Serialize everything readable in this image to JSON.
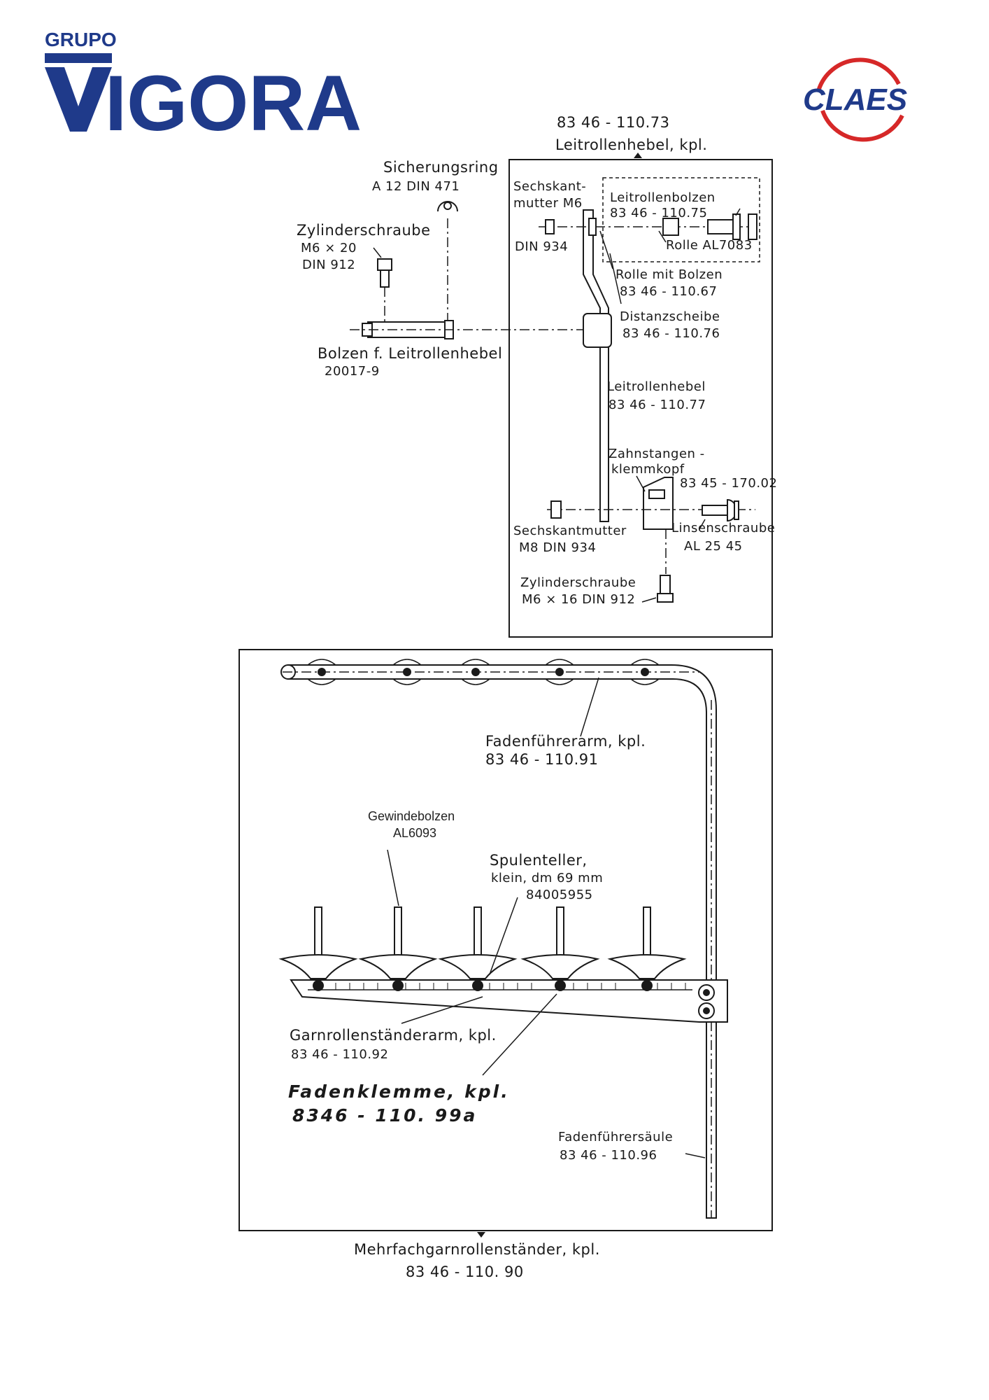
{
  "logos": {
    "vigora": {
      "prefix": "GRUPO",
      "name": "VIGORA",
      "color": "#1f3a8a"
    },
    "claes": {
      "name": "CLAES",
      "text_color": "#1f3a8a",
      "ring_color": "#d62828"
    }
  },
  "upper_assembly": {
    "title_number": "83 46 - 110.73",
    "title_name": "Leitrollenhebel, kpl.",
    "parts": [
      {
        "id": "sicherungsring",
        "lines": [
          "Sicherungsring",
          "A 12  DIN 471"
        ]
      },
      {
        "id": "zylinderschraube-m6x20",
        "lines": [
          "Zylinderschraube",
          "M6 × 20",
          "DIN 912"
        ]
      },
      {
        "id": "bolzen-leitrollenhebel",
        "lines": [
          "Bolzen f. Leitrollenhebel",
          "20017-9"
        ]
      },
      {
        "id": "sechskantmutter-m6",
        "lines": [
          "Sechskant-",
          "mutter M6"
        ]
      },
      {
        "id": "din934-upper",
        "lines": [
          "DIN 934"
        ]
      },
      {
        "id": "leitrollenbolzen",
        "lines": [
          "Leitrollenbolzen",
          "83 46 - 110.75"
        ]
      },
      {
        "id": "rolle",
        "lines": [
          "Rolle AL7083"
        ]
      },
      {
        "id": "rolle-mit-bolzen",
        "lines": [
          "Rolle mit Bolzen",
          "83 46  -  110.67"
        ]
      },
      {
        "id": "distanzscheibe",
        "lines": [
          "Distanzscheibe",
          "83 46 - 110.76"
        ]
      },
      {
        "id": "leitrollenhebel",
        "lines": [
          "Leitrollenhebel",
          "83 46  -  110.77"
        ]
      },
      {
        "id": "zahnstangenklemmkopf",
        "lines": [
          "Zahnstangen -",
          "klemmkopf",
          "83 45 - 170.02"
        ]
      },
      {
        "id": "sechskantmutter-m8",
        "lines": [
          "Sechskantmutter",
          "M8  DIN 934"
        ]
      },
      {
        "id": "linsenschraube",
        "lines": [
          "Linsenschraube",
          "AL 25 45"
        ]
      },
      {
        "id": "zylinderschraube-m6x16",
        "lines": [
          "Zylinderschraube",
          "M6 × 16  DIN 912"
        ]
      }
    ]
  },
  "lower_assembly": {
    "title_name": "Mehrfachgarnrollenständer, kpl.",
    "title_number": "83 46  -  110. 90",
    "parts": [
      {
        "id": "fadenfuehrerarm",
        "lines": [
          "Fadenführerarm, kpl.",
          "83 46  -  110.91"
        ]
      },
      {
        "id": "gewindebolzen",
        "lines": [
          "Gewindebolzen",
          "AL6093"
        ]
      },
      {
        "id": "spulenteller",
        "lines": [
          "Spulenteller,",
          "klein, dm 69 mm",
          "84005955"
        ]
      },
      {
        "id": "garnrollenstaenderarm",
        "lines": [
          "Garnrollenständerarm, kpl.",
          "83 46 - 110.92"
        ]
      },
      {
        "id": "fadenklemme",
        "lines": [
          "Fadenklemme, kpl.",
          "8346  - 110. 99a"
        ]
      },
      {
        "id": "fadenfuehrersaeule",
        "lines": [
          "Fadenführersäule",
          "83 46  -  110.96"
        ]
      }
    ]
  }
}
